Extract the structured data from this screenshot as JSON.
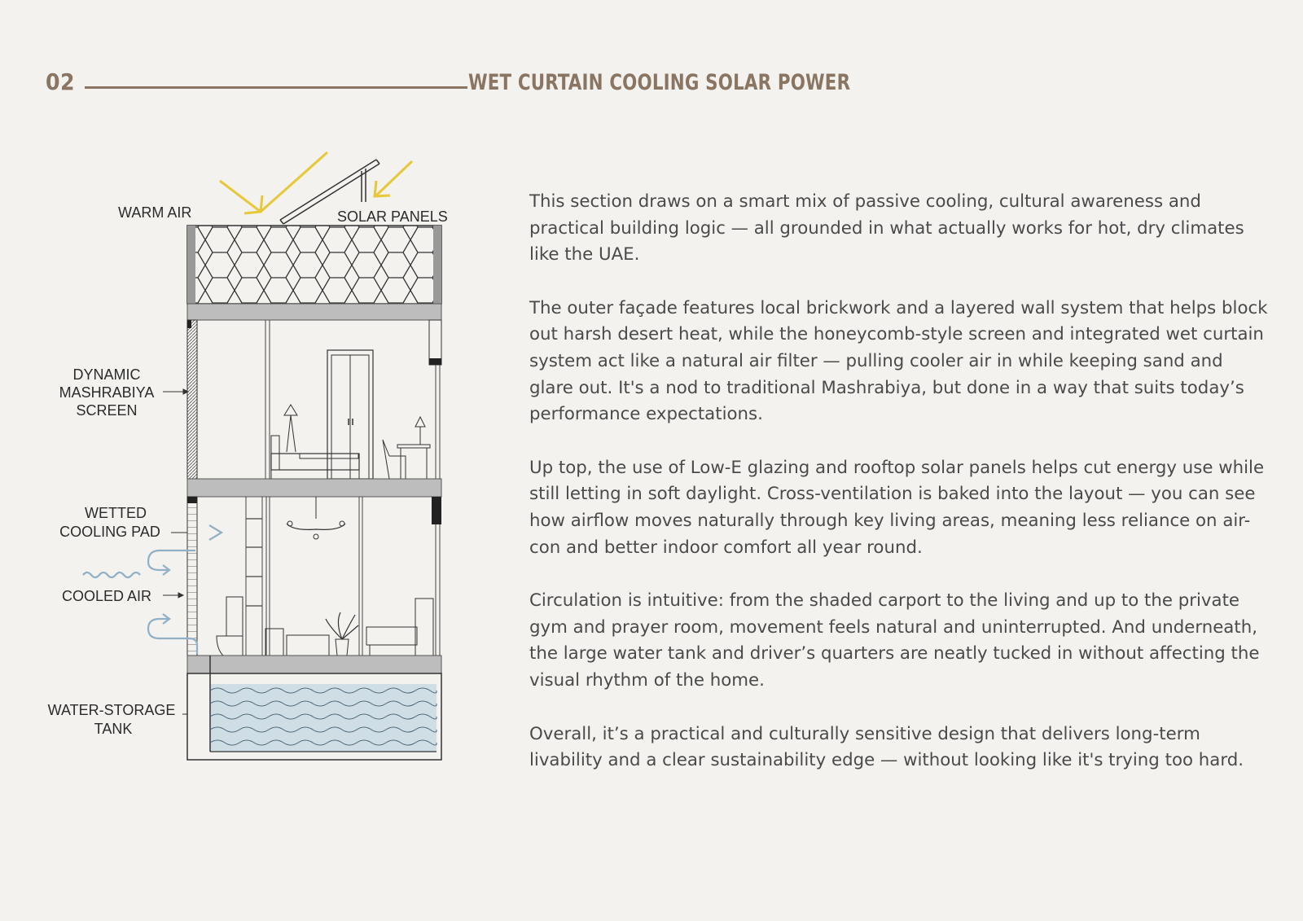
{
  "header": {
    "section_number": "02",
    "title": "WET CURTAIN COOLING SOLAR POWER"
  },
  "diagram": {
    "labels": {
      "warm_air": "WARM AIR",
      "solar_panels": "SOLAR PANELS",
      "mashrabiya": [
        "DYNAMIC",
        "MASHRABIYA",
        "SCREEN"
      ],
      "cooling_pad": [
        "WETTED",
        "COOLING PAD"
      ],
      "cooled_air": "COOLED AIR",
      "water_tank": [
        "WATER-STORAGE",
        "TANK"
      ]
    },
    "colors": {
      "sun_arrow": "#e6c83a",
      "airflow": "#8fb0c6",
      "water": "#cfdde5",
      "slab": "#bdbdbd"
    }
  },
  "body": {
    "paragraphs": [
      "This section draws on a smart mix of passive cooling, cultural awareness and practical building logic — all grounded in what actually works for hot, dry climates like the UAE.",
      "The outer façade features local brickwork and a layered wall system that helps block out harsh desert heat, while the honeycomb-style screen and integrated wet curtain system act like a natural air filter — pulling cooler air in while keeping sand and glare out. It's a nod to traditional Mashrabiya, but done in a way that suits today’s performance expectations.",
      "Up top, the use of Low-E glazing and rooftop solar panels helps cut energy use while still letting in soft daylight. Cross-ventilation is baked into the layout — you can see how airflow moves naturally through key living areas, meaning less reliance on air-con and better indoor comfort all year round.",
      "Circulation is intuitive: from the shaded carport to the living and up to the private gym and prayer room, movement feels natural and uninterrupted. And underneath, the large water tank and driver’s quarters are neatly tucked in without affecting the visual rhythm of the home.",
      "Overall, it’s a practical and culturally sensitive design that delivers long-term livability and a clear sustainability edge — without looking like it's trying too hard."
    ]
  }
}
